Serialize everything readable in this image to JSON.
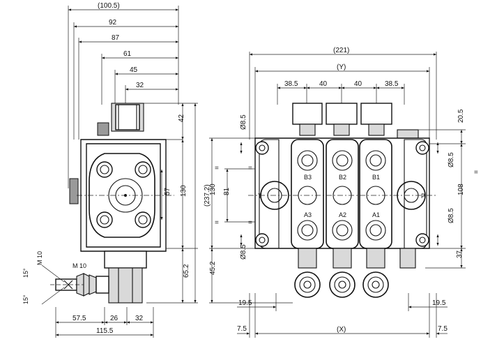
{
  "side_view": {
    "dims_top": [
      "(100.5)",
      "92",
      "87",
      "61",
      "45",
      "32"
    ],
    "dims_right": [
      "42",
      "130",
      "(237.2)",
      "65.2",
      "57"
    ],
    "dims_bottom": [
      "57.5",
      "26",
      "32",
      "115.5"
    ],
    "thread_labels": [
      "M 10",
      "M 10"
    ],
    "angle_labels": [
      "15°",
      "15°"
    ]
  },
  "front_view": {
    "dims_top": [
      "(221)",
      "(Y)",
      "38.5",
      "40",
      "40",
      "38.5"
    ],
    "dims_left": [
      "Ø8.5",
      "130",
      "81",
      "45.2",
      "Ø8.5"
    ],
    "dims_right": [
      "20.5",
      "Ø8.5",
      "108",
      "Ø8.5",
      "37"
    ],
    "dims_bottom": [
      "19.5",
      "19.5",
      "7.5",
      "(X)",
      "7.5"
    ],
    "eq_marks": [
      "=",
      "=",
      "=",
      "=",
      "="
    ],
    "port_labels": [
      "B3",
      "B2",
      "B1",
      "A3",
      "A2",
      "A1",
      "T",
      "P"
    ]
  }
}
